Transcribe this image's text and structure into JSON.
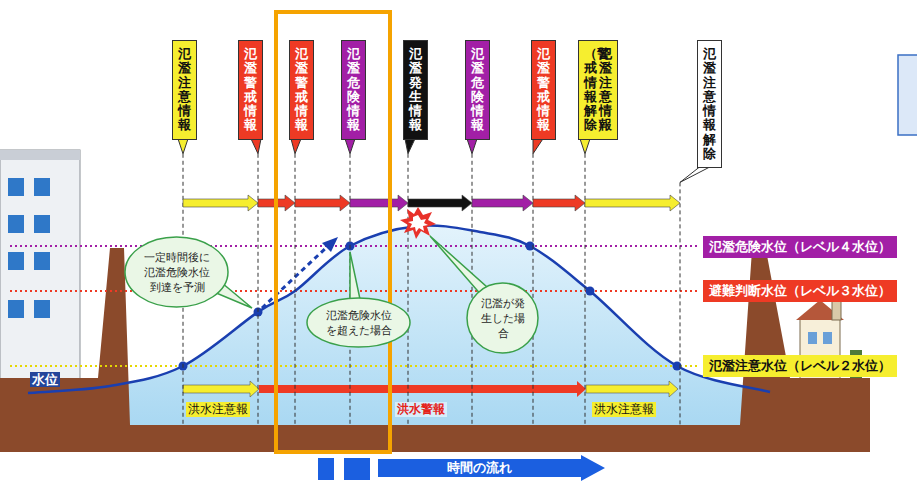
{
  "diagram": {
    "nodes": [
      {
        "text": [
          "氾濫注意情報"
        ]
      },
      {
        "text": [
          "氾濫警戒情報"
        ]
      },
      {
        "text": [
          "氾濫警戒情報"
        ]
      },
      {
        "text": [
          "氾濫危険情報"
        ]
      },
      {
        "text": [
          "氾濫発生情報"
        ]
      },
      {
        "text": [
          "氾濫危険情報"
        ]
      },
      {
        "text": [
          "氾濫警戒情報"
        ]
      },
      {
        "text": [
          "（警戒情報解除）",
          "氾濫注意情報"
        ]
      },
      {
        "text": [
          "氾濫注意情報解除"
        ]
      },
      {
        "text": [
          "氾濫危険水位（レベル４水位）"
        ]
      },
      {
        "text": [
          "避難判断水位（レベル３水位）"
        ]
      },
      {
        "text": [
          "氾濫注意水位（レベル２水位）"
        ]
      },
      {
        "text": [
          "一定時間後に氾濫危険水位到達を予測"
        ]
      },
      {
        "text": [
          "氾濫危険水位を超えた場合"
        ]
      },
      {
        "text": [
          "氾濫が発生した場合"
        ]
      },
      {
        "text": [
          "時間の流れ"
        ]
      }
    ],
    "labels": [
      "水位",
      "洪水注意報",
      "洪水警報",
      "洪水注意報"
    ]
  }
}
